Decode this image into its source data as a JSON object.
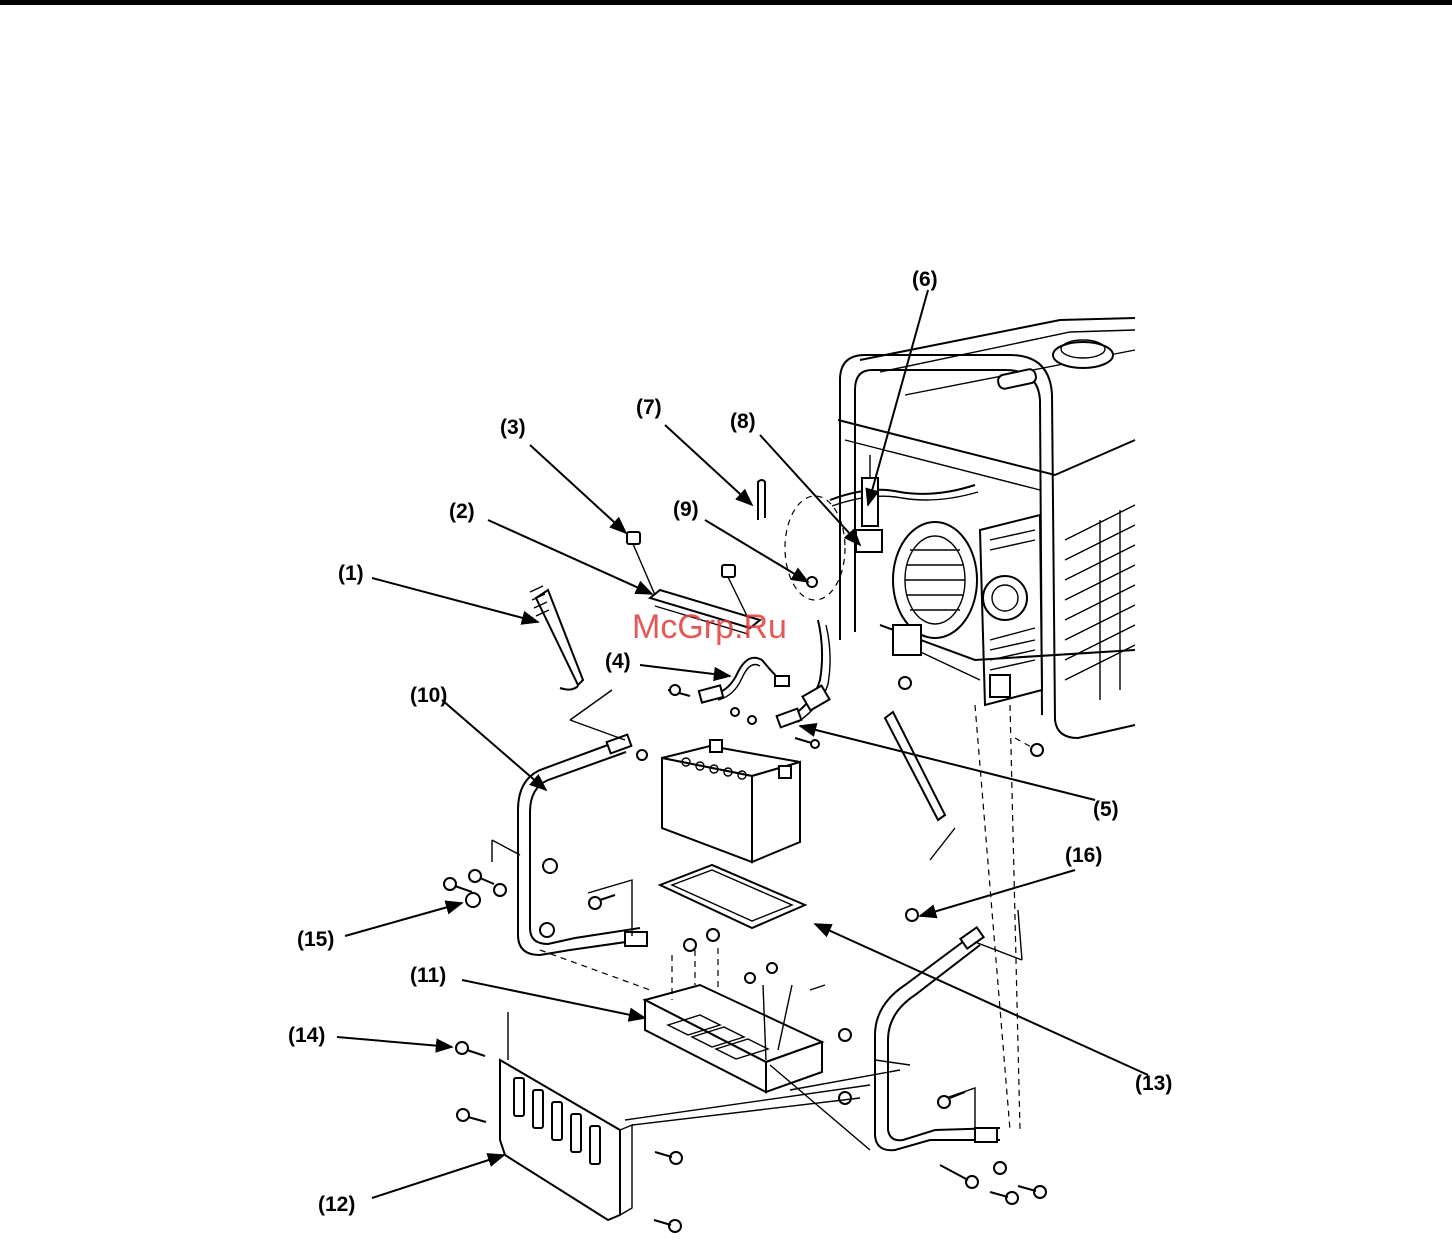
{
  "callouts": {
    "c1": "(1)",
    "c2": "(2)",
    "c3": "(3)",
    "c4": "(4)",
    "c5": "(5)",
    "c6": "(6)",
    "c7": "(7)",
    "c8": "(8)",
    "c9": "(9)",
    "c10": "(10)",
    "c11": "(11)",
    "c12": "(12)",
    "c13": "(13)",
    "c14": "(14)",
    "c15": "(15)",
    "c16": "(16)"
  },
  "watermark": "McGrp.Ru"
}
